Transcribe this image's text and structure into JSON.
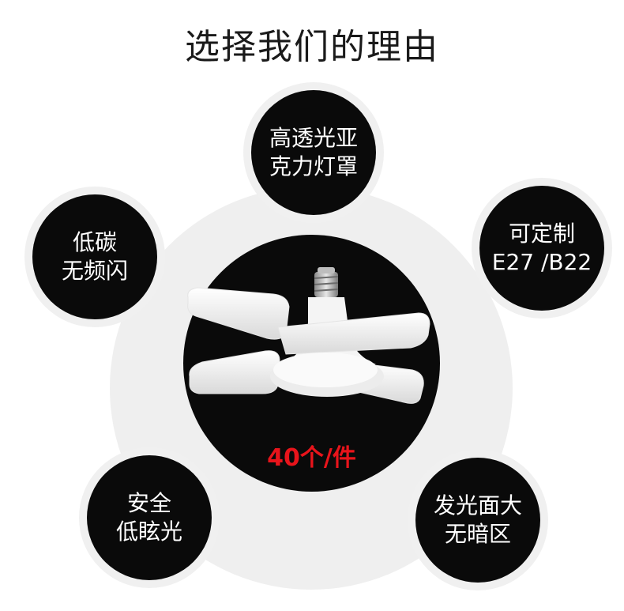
{
  "title": "选择我们的理由",
  "price": "40个/件",
  "features": {
    "top": {
      "line1": "高透光亚",
      "line2": "克力灯罩"
    },
    "left": {
      "line1": "低碳",
      "line2": "无频闪"
    },
    "right": {
      "line1": "可定制",
      "line2": "E27 /B22"
    },
    "bottom_left": {
      "line1": "安全",
      "line2": "低眩光"
    },
    "bottom_right": {
      "line1": "发光面大",
      "line2": "无暗区"
    }
  },
  "colors": {
    "badge": "#0a0a0a",
    "halo": "#efefef",
    "price": "#e8141b",
    "title": "#1a1a1a"
  }
}
